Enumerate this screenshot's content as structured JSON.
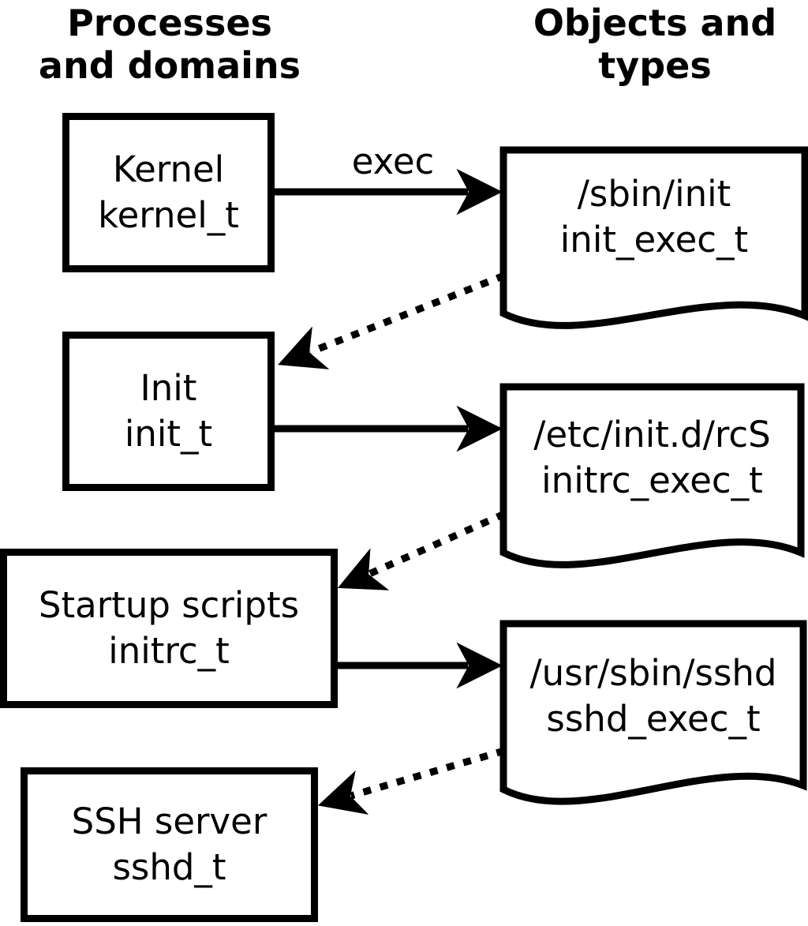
{
  "titles": {
    "left": {
      "line1": "Processes",
      "line2": "and domains"
    },
    "right": {
      "line1": "Objects and",
      "line2": "types"
    }
  },
  "processes": [
    {
      "name": "Kernel",
      "type": "kernel_t"
    },
    {
      "name": "Init",
      "type": "init_t"
    },
    {
      "name": "Startup scripts",
      "type": "initrc_t"
    },
    {
      "name": "SSH server",
      "type": "sshd_t"
    }
  ],
  "objects": [
    {
      "path": "/sbin/init",
      "type": "init_exec_t"
    },
    {
      "path": "/etc/init.d/rcS",
      "type": "initrc_exec_t"
    },
    {
      "path": "/usr/sbin/sshd",
      "type": "sshd_exec_t"
    }
  ],
  "edges": [
    {
      "from": "Kernel (kernel_t)",
      "to": "/sbin/init (init_exec_t)",
      "style": "solid",
      "label": "exec"
    },
    {
      "from": "/sbin/init (init_exec_t)",
      "to": "Init (init_t)",
      "style": "dotted",
      "label": ""
    },
    {
      "from": "Init (init_t)",
      "to": "/etc/init.d/rcS (initrc_exec_t)",
      "style": "solid",
      "label": ""
    },
    {
      "from": "/etc/init.d/rcS (initrc_exec_t)",
      "to": "Startup scripts (initrc_t)",
      "style": "dotted",
      "label": ""
    },
    {
      "from": "Startup scripts (initrc_t)",
      "to": "/usr/sbin/sshd (sshd_exec_t)",
      "style": "solid",
      "label": ""
    },
    {
      "from": "/usr/sbin/sshd (sshd_exec_t)",
      "to": "SSH server (sshd_t)",
      "style": "dotted",
      "label": ""
    }
  ],
  "colors": {
    "foreground": "#000000",
    "background": "#ffffff"
  }
}
